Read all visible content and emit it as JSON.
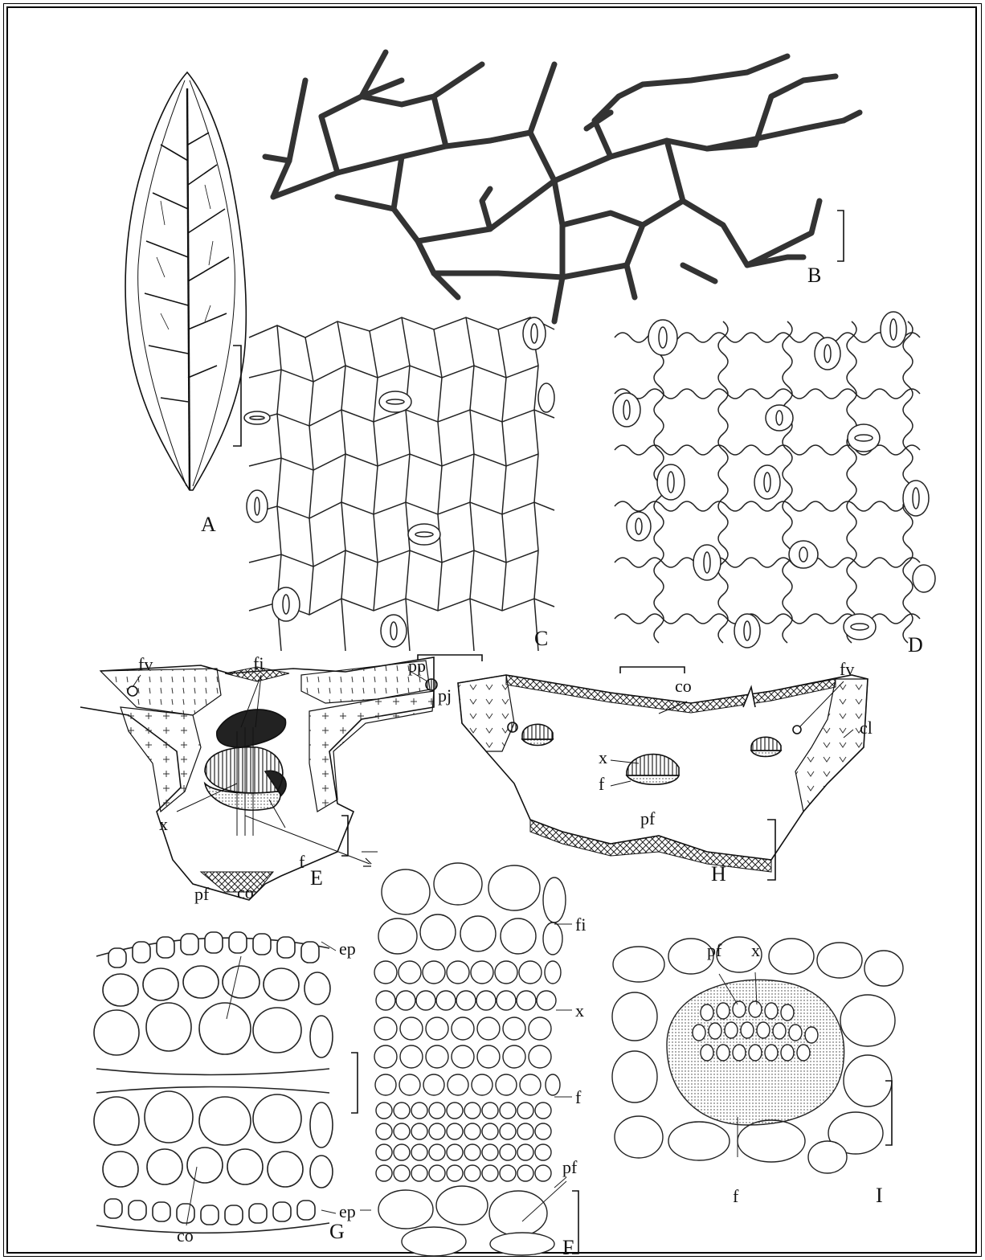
{
  "panel_labels": {
    "a": "A",
    "b": "B",
    "c": "C",
    "d": "D",
    "e": "E",
    "f": "F",
    "g": "G",
    "h": "H",
    "i": "I"
  },
  "annotations": {
    "e_fv": "fv",
    "e_fi": "fi",
    "e_pp": "pp",
    "e_pj": "pj",
    "e_x": "x",
    "e_f": "f",
    "e_pf": "pf",
    "e_co": "co",
    "h_co": "co",
    "h_fv": "fv",
    "h_cl": "cl",
    "h_x": "x",
    "h_f": "f",
    "h_pf": "pf",
    "g_ep_top": "ep",
    "g_ep_bottom": "ep",
    "g_co_bottom": "co",
    "f_fi": "fi",
    "f_x": "x",
    "f_f": "f",
    "f_pf": "pf",
    "i_pf": "pf",
    "i_x": "x",
    "i_f": "f"
  },
  "colors": {
    "ink": "#111111",
    "background": "#ffffff"
  }
}
